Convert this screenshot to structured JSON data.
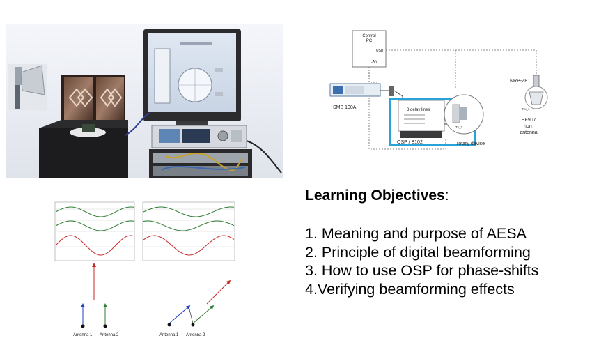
{
  "diagram": {
    "control_pc": [
      "Control",
      "PC"
    ],
    "usb": "USB",
    "lan": "LAN",
    "smb": "SMB 100A",
    "delay_lines": "3 delay lines",
    "osp": "OSP / B102",
    "rotary": "rotary device",
    "nrp": "NRP-Z81",
    "rx": "Rx_1",
    "tx": "Tx_2",
    "horn": [
      "HF907",
      "horn",
      "antenna"
    ]
  },
  "objectives": {
    "title": "Learning Objectives",
    "title_suffix": ":",
    "items": [
      "1. Meaning and purpose of AESA",
      "2. Principle of digital beamforming",
      "3. How to use OSP for phase-shifts",
      "4.Verifying beamforming effects"
    ]
  },
  "vectors": {
    "left": [
      "Antenna 1",
      "Antenna 2"
    ],
    "right": [
      "Antenna 1",
      "Antenna 2"
    ]
  },
  "colors": {
    "diagram_blue": "#2aa3d8",
    "wave_green": "#2e7d32",
    "wave_red": "#c62828",
    "vector_blue": "#1f3fbf"
  }
}
